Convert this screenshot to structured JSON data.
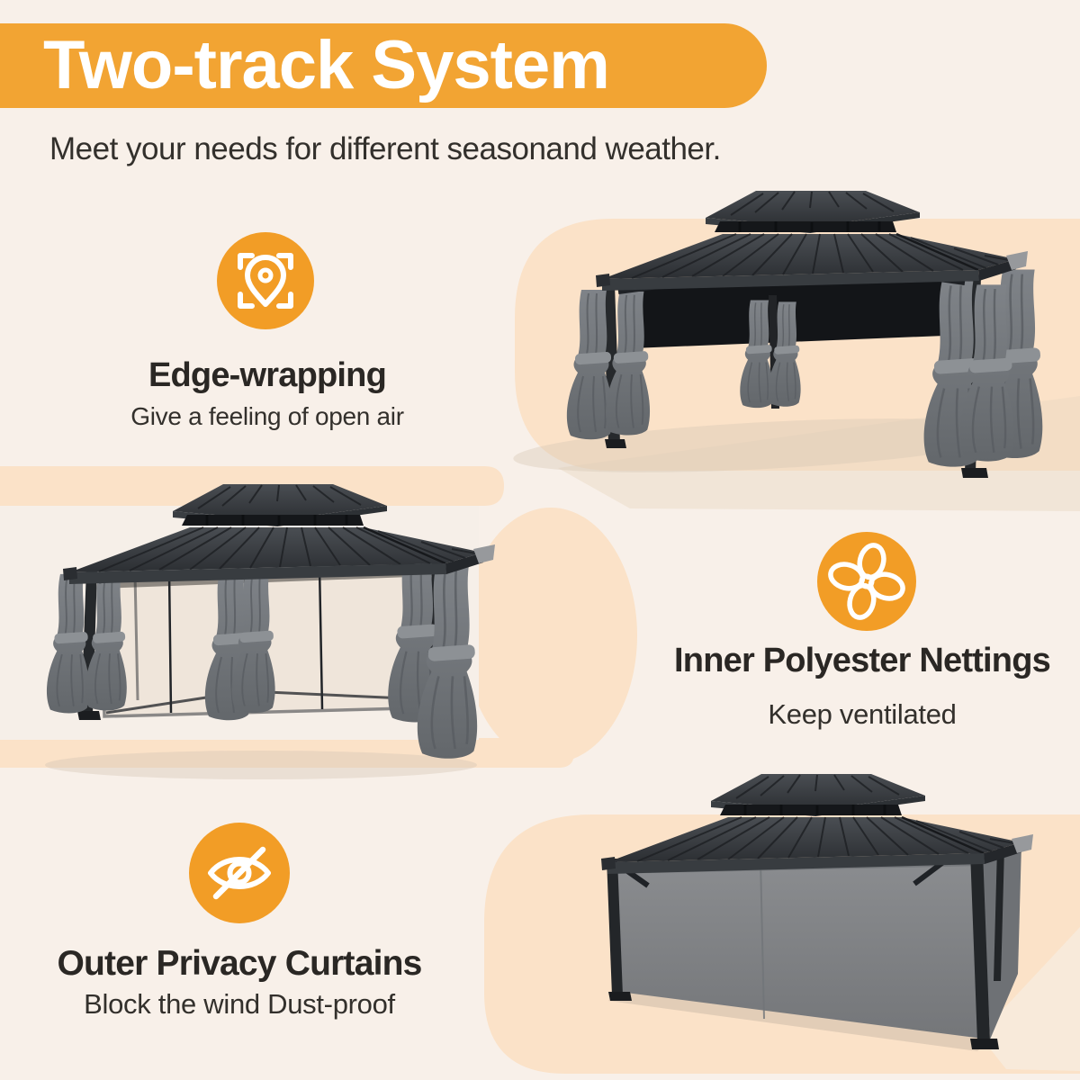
{
  "colors": {
    "page_bg": "#F8F0E9",
    "accent_orange": "#F2A433",
    "icon_orange": "#F29D26",
    "blob_peach": "#FBE2C8",
    "photo_bg": "#F6EFE8",
    "heading_text": "#2A2724",
    "body_text": "#33302C",
    "banner_text": "#FFFFFF"
  },
  "header": {
    "title": "Two-track System",
    "subtitle": "Meet your needs for different seasonand weather."
  },
  "features": [
    {
      "id": "edge-wrapping",
      "icon": "scan-location-pin-icon",
      "title": "Edge-wrapping",
      "subtitle": "Give a feeling of open air",
      "image": "gazebo-open-sides-tied-curtains"
    },
    {
      "id": "inner-polyester-nettings",
      "icon": "fan-icon",
      "title": "Inner Polyester Nettings",
      "subtitle": "Keep ventilated",
      "image": "gazebo-mesh-nettings-closed"
    },
    {
      "id": "outer-privacy-curtains",
      "icon": "eye-slash-icon",
      "title": "Outer Privacy Curtains",
      "subtitle": "Block the wind Dust-proof",
      "image": "gazebo-privacy-curtains-closed"
    }
  ]
}
